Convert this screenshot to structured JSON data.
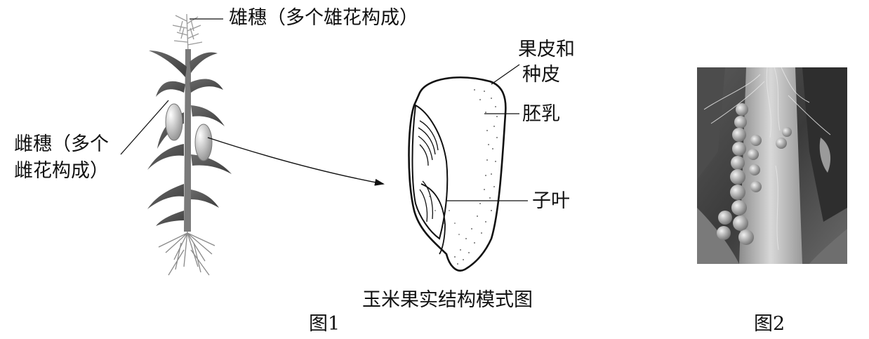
{
  "figure1": {
    "label_male": "雄穗（多个雄花构成）",
    "label_female_line1": "雌穗（多个",
    "label_female_line2": "雌花构成）",
    "label_pericarp_line1": "果皮和",
    "label_pericarp_line2": "种皮",
    "label_endosperm": "胚乳",
    "label_cotyledon": "子叶",
    "seed_caption": "玉米果实结构模式图",
    "caption": "图1"
  },
  "figure2": {
    "caption": "图2"
  }
}
